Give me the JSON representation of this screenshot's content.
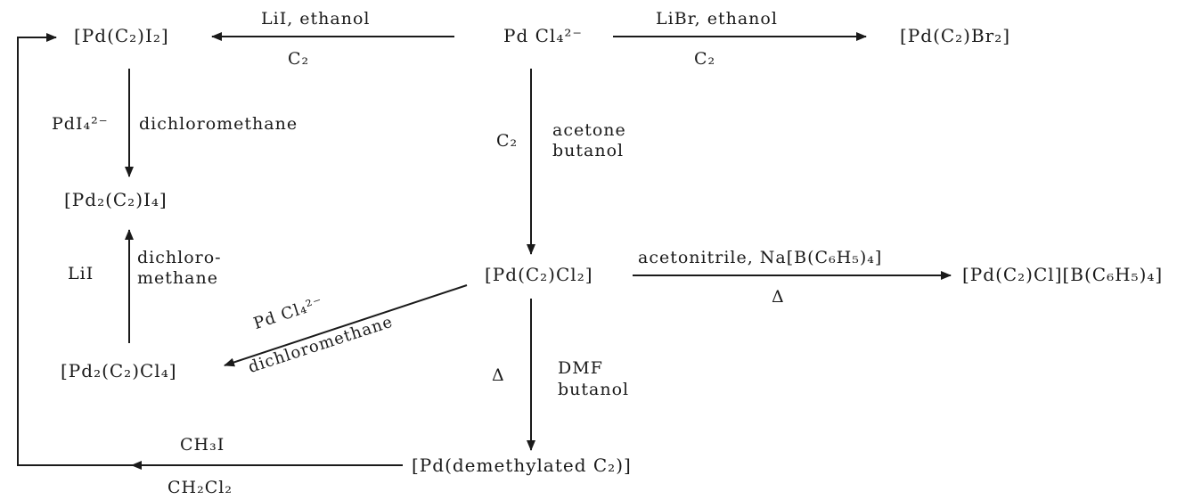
{
  "compounds": {
    "pdcl4": "Pd Cl₄²⁻",
    "pd_c2_i2": "[Pd(C₂)I₂]",
    "pd_c2_br2": "[Pd(C₂)Br₂]",
    "pd2_c2_i4": "[Pd₂(C₂)I₄]",
    "pd_c2_cl2": "[Pd(C₂)Cl₂]",
    "pd_c2_cl_bph4": "[Pd(C₂)Cl][B(C₆H₅)₄]",
    "pd2_c2_cl4": "[Pd₂(C₂)Cl₄]",
    "pd_demethylated": "[Pd(demethylated C₂)]"
  },
  "conditions": {
    "to_iodide_top": "LiI, ethanol",
    "to_iodide_bottom": "C₂",
    "to_bromide_top": "LiBr, ethanol",
    "to_bromide_bottom": "C₂",
    "iodide_dimer_left": "PdI₄²⁻",
    "iodide_dimer_right": "dichloromethane",
    "chloride_left": "C₂",
    "chloride_right_1": "acetone",
    "chloride_right_2": "butanol",
    "cation_top": "acetonitrile, Na[B(C₆H₅)₄]",
    "cation_bottom": "Δ",
    "chloro_dimer_upper": "Pd Cl₄²⁻",
    "chloro_dimer_lower": "dichloromethane",
    "lii_left": "LiI",
    "lii_right_1": "dichloro-",
    "lii_right_2": "methane",
    "demethyl_left": "Δ",
    "demethyl_right_1": "DMF",
    "demethyl_right_2": "butanol",
    "return_top": "CH₃I",
    "return_bottom": "CH₂Cl₂"
  }
}
